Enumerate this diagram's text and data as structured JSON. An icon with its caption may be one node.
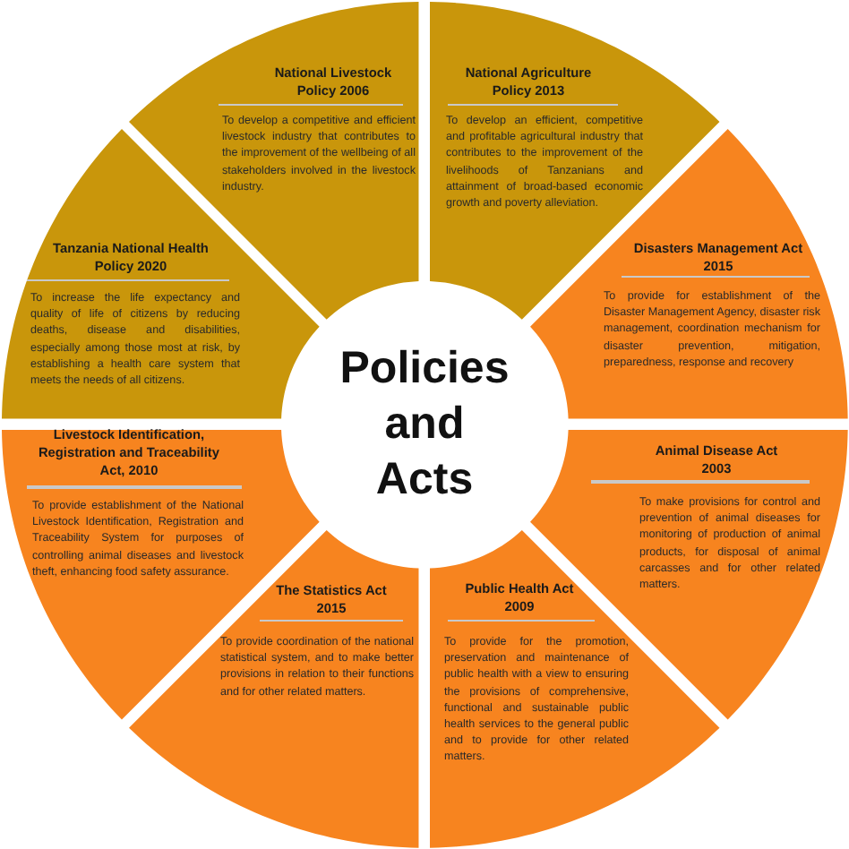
{
  "diagram": {
    "nodes": [
      {
        "text": [
          "National Livestock Policy 2006",
          "To develop a competitive and efficient livestock industry that contributes to the improvement of the wellbeing of all stakeholders involved in the livestock industry."
        ]
      },
      {
        "text": [
          "National Agriculture Policy  2013",
          "To develop an efficient, competitive and profitable agricultural industry that contributes to the improvement of the livelihoods of Tanzanians and attainment of broad-based economic growth and poverty alleviation."
        ]
      },
      {
        "text": [
          "Tanzania National Health Policy 2020",
          "To increase the life expectancy and quality of life of citizens by reducing deaths, disease and disabilities, especially among those most at risk, by establishing a health care system that meets the needs of all citizens."
        ]
      },
      {
        "text": [
          "Disasters Management Act 2015",
          "To provide for establishment of the Disaster Management Agency, disaster risk management, coordination mechanism for disaster prevention, mitigation, preparedness, response and recovery"
        ]
      },
      {
        "text": [
          "Policies and Acts"
        ]
      },
      {
        "text": [
          "Livestock Identification, Registration and Traceability Act, 2010",
          "To provide establishment of the National Livestock Identification, Registration and Traceability System for purposes of controlling animal diseases and livestock theft, enhancing food safety assurance."
        ]
      },
      {
        "text": [
          "Animal Disease Act 2003",
          "To make provisions for control and prevention of animal diseases for monitoring of production of animal products, for disposal of animal carcasses and for other related matters."
        ]
      },
      {
        "text": [
          "The Statistics Act 2015",
          "To provide coordination of the national statistical system, and to make better provisions in relation to their functions and for other related matters."
        ]
      },
      {
        "text": [
          "Public Health Act  2009",
          "To provide for the promotion, preservation and maintenance of public health with a view to ensuring the provisions of comprehensive, functional and sustainable public health services to the general public and to provide for other related matters."
        ]
      }
    ]
  }
}
